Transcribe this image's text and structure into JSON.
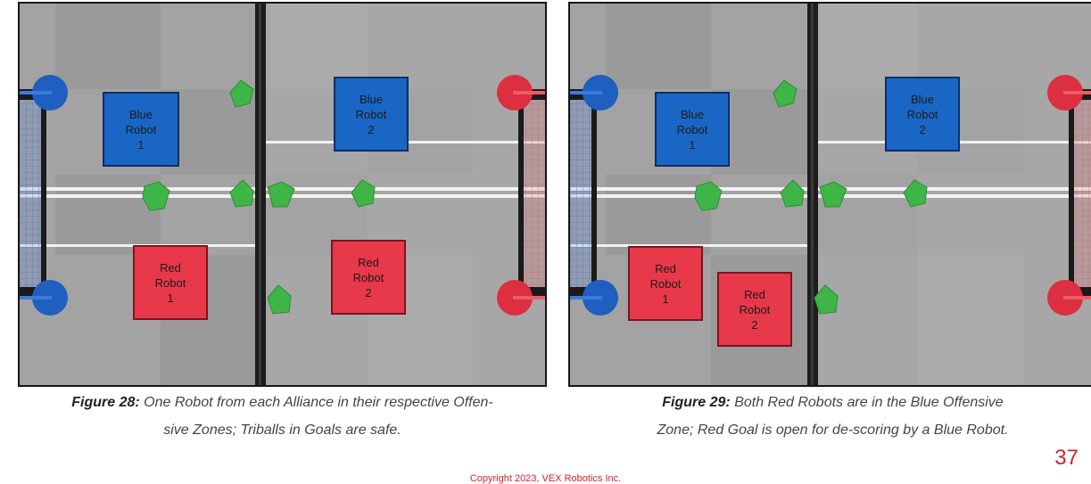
{
  "colors": {
    "blue_alliance": "#1a66c4",
    "red_alliance": "#e8394a",
    "triball": "#3fb548",
    "field_tile": "#9d9d9d",
    "barrier": "#1a1a1a",
    "accent_text": "#d4202a"
  },
  "figures": [
    {
      "caption_label": "Figure 28:",
      "caption_line1": " One Robot from each Alliance in their respective Offen-",
      "caption_line2": "sive Zones; Triballs in Goals are safe.",
      "robots": [
        {
          "alliance": "blue",
          "line1": "Blue",
          "line2": "Robot",
          "line3": "1"
        },
        {
          "alliance": "blue",
          "line1": "Blue",
          "line2": "Robot",
          "line3": "2"
        },
        {
          "alliance": "red",
          "line1": "Red",
          "line2": "Robot",
          "line3": "1"
        },
        {
          "alliance": "red",
          "line1": "Red",
          "line2": "Robot",
          "line3": "2"
        }
      ]
    },
    {
      "caption_label": "Figure 29:",
      "caption_line1": " Both Red Robots are in the Blue Offensive",
      "caption_line2": "Zone; Red Goal is open for de-scoring by a Blue Robot.",
      "robots": [
        {
          "alliance": "blue",
          "line1": "Blue",
          "line2": "Robot",
          "line3": "1"
        },
        {
          "alliance": "blue",
          "line1": "Blue",
          "line2": "Robot",
          "line3": "2"
        },
        {
          "alliance": "red",
          "line1": "Red",
          "line2": "Robot",
          "line3": "1"
        },
        {
          "alliance": "red",
          "line1": "Red",
          "line2": "Robot",
          "line3": "2"
        }
      ]
    }
  ],
  "page_number": "37",
  "copyright": "Copyright 2023, VEX Robotics Inc."
}
